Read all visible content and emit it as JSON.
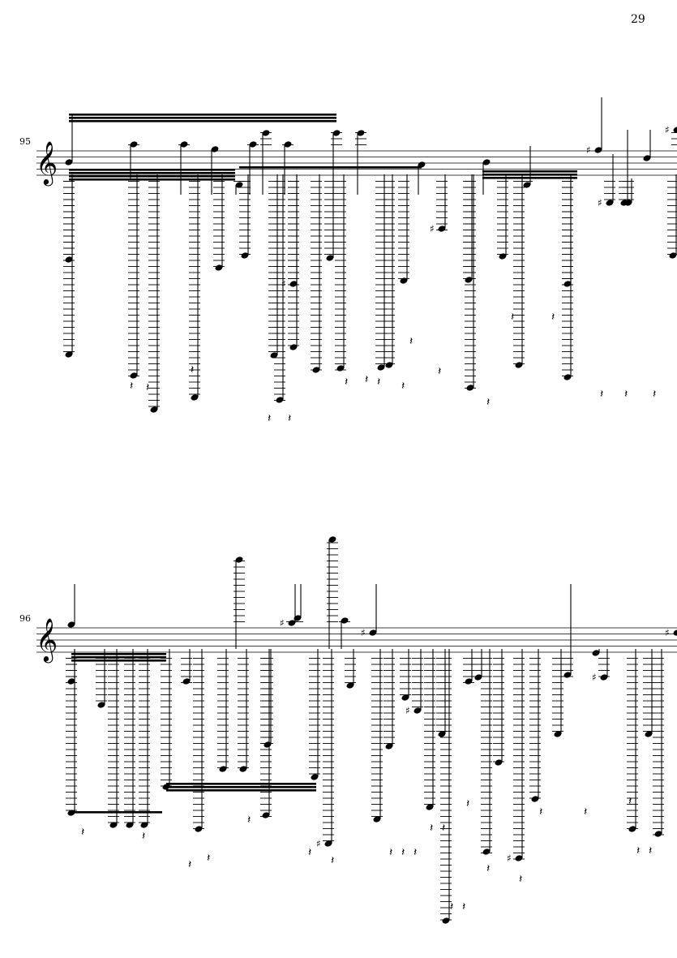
{
  "page_number": "29",
  "systems": [
    {
      "measure_number": "95"
    },
    {
      "measure_number": "96"
    }
  ]
}
